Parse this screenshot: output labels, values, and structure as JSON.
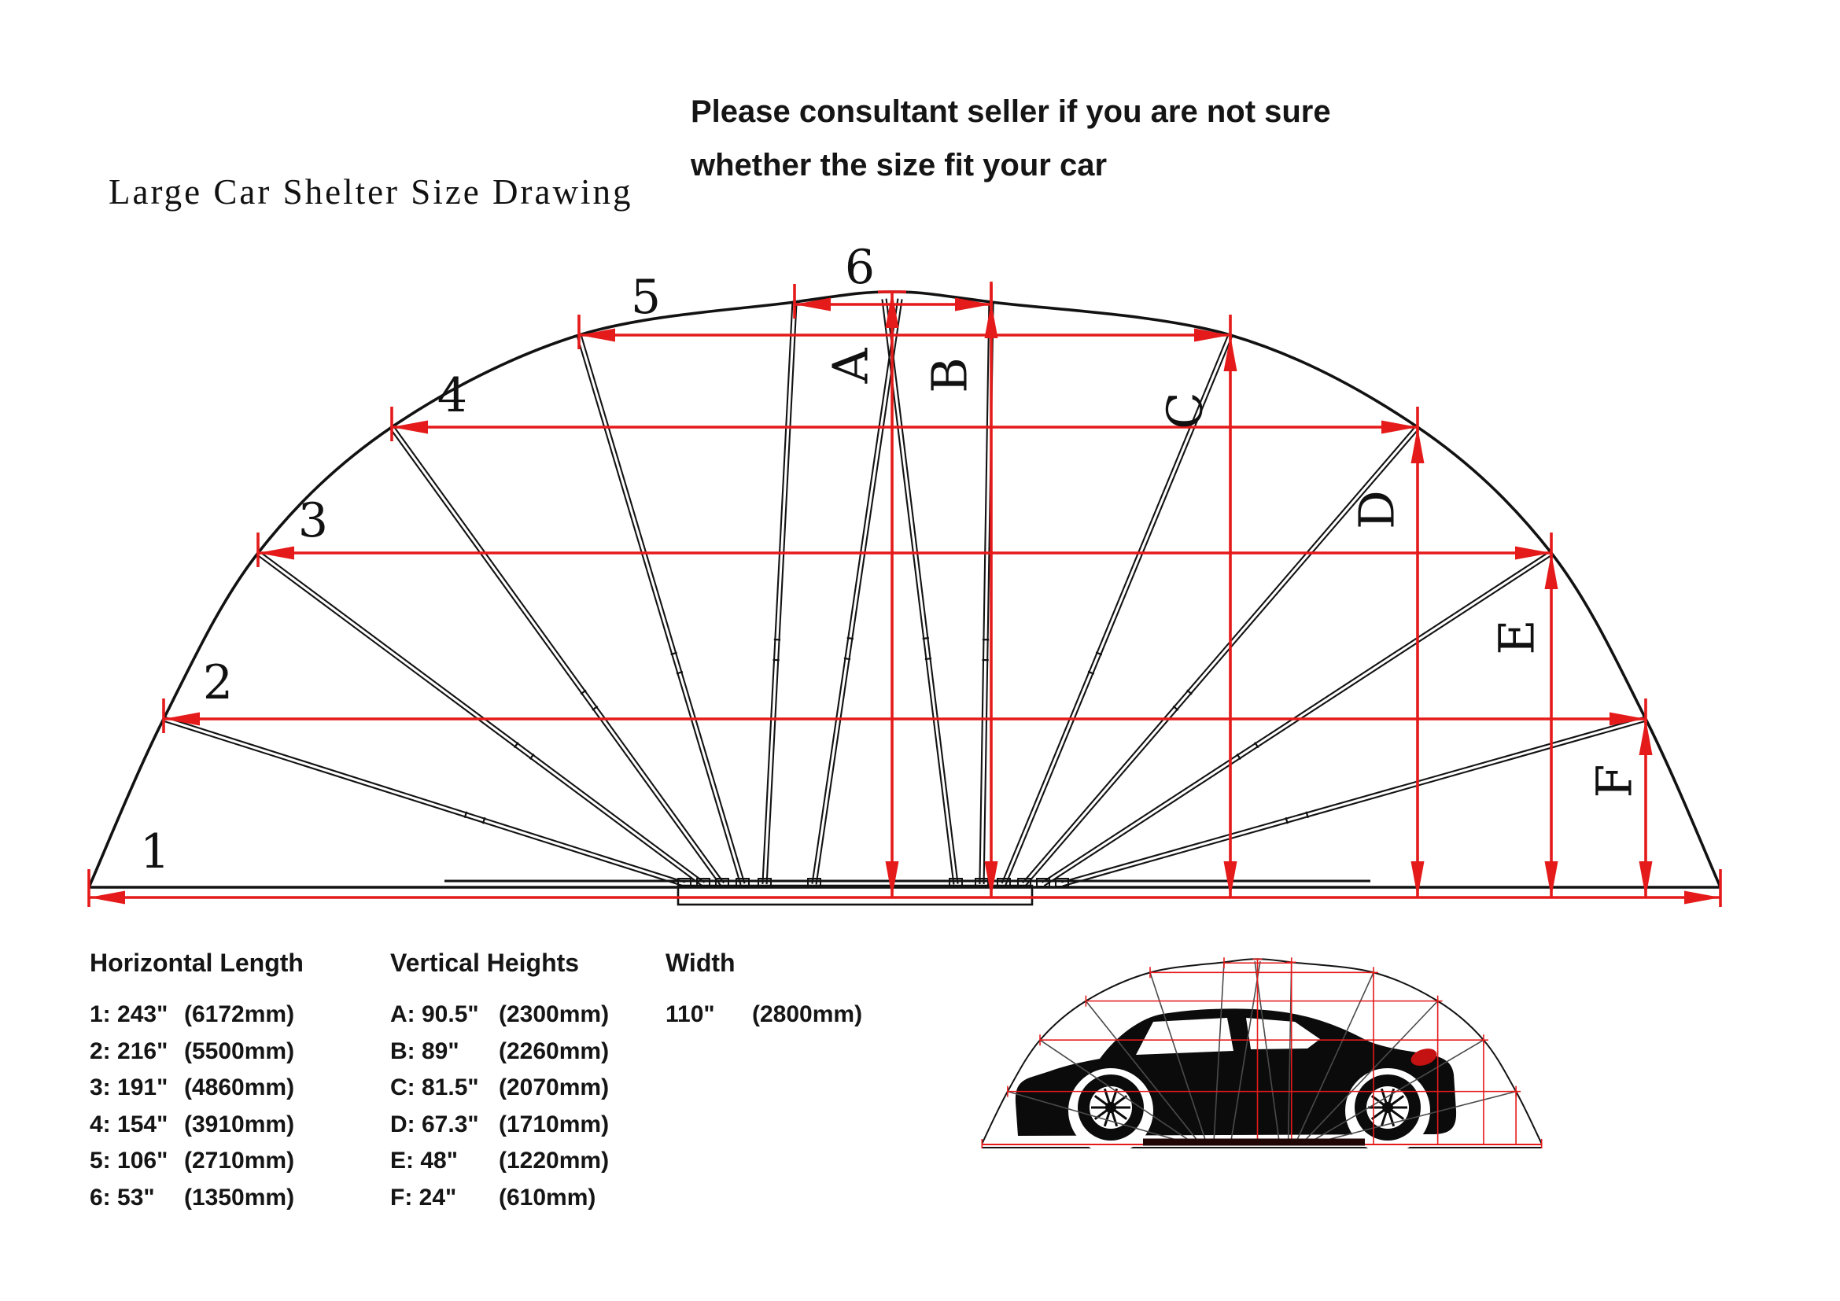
{
  "header": {
    "title": "Large Car Shelter Size Drawing",
    "notice_line1": "Please consultant seller if you are not sure",
    "notice_line2": "whether the size fit your car"
  },
  "diagram": {
    "horizontal_labels": [
      "1",
      "2",
      "3",
      "4",
      "5",
      "6"
    ],
    "vertical_labels": [
      "A",
      "B",
      "C",
      "D",
      "E",
      "F"
    ]
  },
  "tables": {
    "horizontal": {
      "title": "Horizontal Length",
      "rows": [
        {
          "label": "1: 243\"",
          "mm": "(6172mm)"
        },
        {
          "label": "2: 216\"",
          "mm": "(5500mm)"
        },
        {
          "label": "3: 191\"",
          "mm": "(4860mm)"
        },
        {
          "label": "4: 154\"",
          "mm": "(3910mm)"
        },
        {
          "label": "5: 106\"",
          "mm": "(2710mm)"
        },
        {
          "label": "6: 53\"",
          "mm": "(1350mm)"
        }
      ]
    },
    "vertical": {
      "title": "Vertical Heights",
      "rows": [
        {
          "label": "A: 90.5\"",
          "mm": "(2300mm)"
        },
        {
          "label": "B: 89\"",
          "mm": "(2260mm)"
        },
        {
          "label": "C: 81.5\"",
          "mm": "(2070mm)"
        },
        {
          "label": "D: 67.3\"",
          "mm": "(1710mm)"
        },
        {
          "label": "E: 48\"",
          "mm": "(1220mm)"
        },
        {
          "label": "F: 24\"",
          "mm": "(610mm)"
        }
      ]
    },
    "width": {
      "title": "Width",
      "value": "110\"",
      "mm": "(2800mm)"
    }
  },
  "colors": {
    "dimension_red": "#e51a1a",
    "line_black": "#121212",
    "rib_gray": "#4a4a4a",
    "car_black": "#0b0b0b",
    "taillight_red": "#c41111",
    "base_bar": "#220606"
  }
}
